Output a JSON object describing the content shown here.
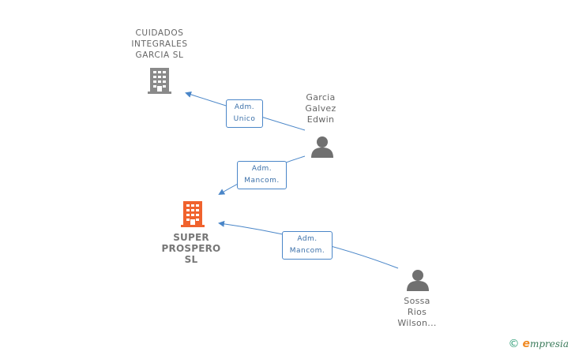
{
  "nodes": {
    "cuidados": {
      "lines": [
        "CUIDADOS",
        "INTEGRALES",
        "GARCIA SL"
      ],
      "type": "company",
      "color": "#8a8a8a"
    },
    "super": {
      "lines": [
        "SUPER",
        "PROSPERO",
        "SL"
      ],
      "type": "company",
      "color": "#f0622d"
    },
    "garcia": {
      "lines": [
        "Garcia",
        "Galvez",
        "Edwin"
      ],
      "type": "person",
      "color": "#707070"
    },
    "sossa": {
      "lines": [
        "Sossa",
        "Rios",
        "Wilson..."
      ],
      "type": "person",
      "color": "#707070"
    }
  },
  "relations": [
    {
      "lines": [
        "Adm.",
        "Unico"
      ],
      "from": "garcia",
      "to": "cuidados"
    },
    {
      "lines": [
        "Adm.",
        "Mancom."
      ],
      "from": "garcia",
      "to": "super"
    },
    {
      "lines": [
        "Adm.",
        "Mancom."
      ],
      "from": "sossa",
      "to": "super"
    }
  ],
  "colors": {
    "edge": "#4a86c8"
  },
  "watermark": {
    "copyright": "©",
    "brand_initial": "e",
    "brand_rest": "mpresia"
  }
}
